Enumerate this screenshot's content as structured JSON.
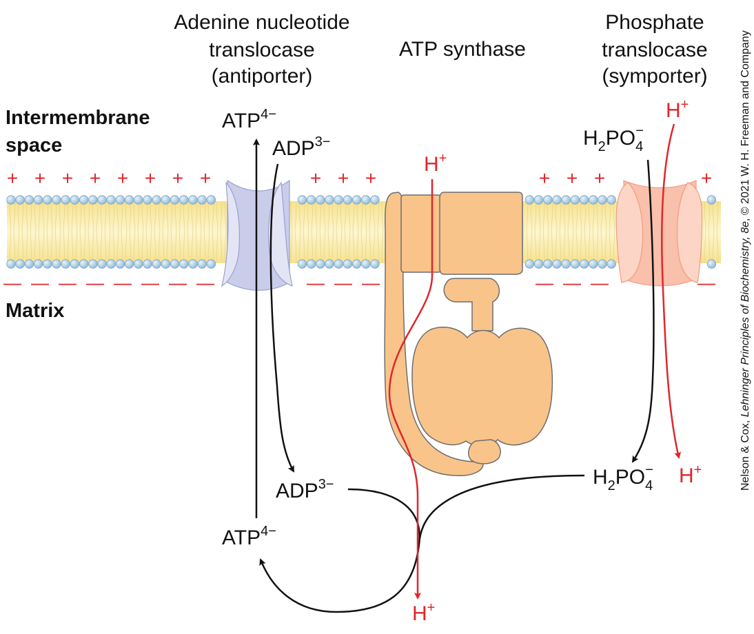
{
  "labels": {
    "antiporter": [
      "Adenine nucleotide",
      "translocase",
      "(antiporter)"
    ],
    "atp_synthase": "ATP synthase",
    "symporter": [
      "Phosphate",
      "translocase",
      "(symporter)"
    ],
    "intermembrane": [
      "Intermembrane",
      "space"
    ],
    "matrix": "Matrix",
    "credit_a": "Nelson & Cox, ",
    "credit_b": "Lehninger Principles of Biochemistry, 8e",
    "credit_c": ", © 2021 W. H. Freeman and Company"
  },
  "species": {
    "atp": "ATP",
    "atp_charge": "4−",
    "adp": "ADP",
    "adp_charge": "3−",
    "h": "H",
    "h_charge": "+",
    "phosphate_h": "H",
    "phosphate_2": "2",
    "phosphate_po": "PO",
    "phosphate_4": "4",
    "phosphate_charge": "−"
  },
  "membrane": {
    "positive_sign": "+",
    "negative_sign": "—"
  },
  "colors": {
    "proton_red": "#e0262b",
    "synthase": "#f9c48a",
    "antiporter": "#d9dcee",
    "symporter": "#fbcdbc",
    "membrane_core": "#fbefb4",
    "head_group": "#a8cbe4"
  }
}
